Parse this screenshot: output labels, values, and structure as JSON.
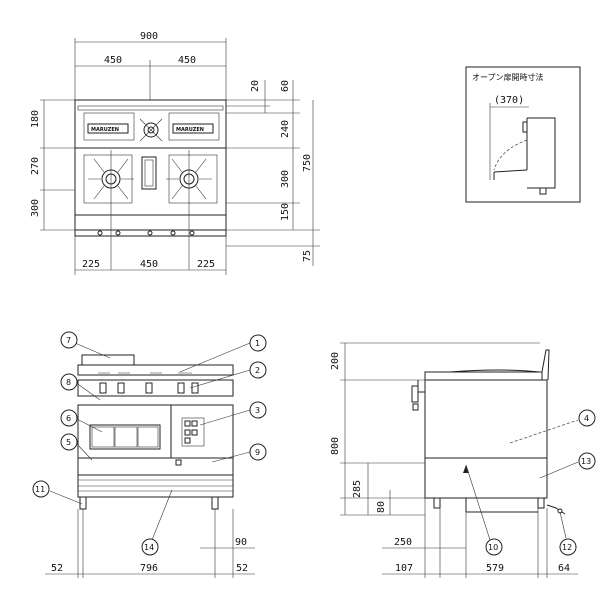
{
  "top_view": {
    "dims": {
      "total_width": "900",
      "left_half": "450",
      "right_half": "450",
      "d20": "20",
      "d60": "60",
      "d240": "240",
      "d300r": "300",
      "d150": "150",
      "d750": "750",
      "d180": "180",
      "d270": "270",
      "d300l": "300",
      "d75": "75",
      "bottom_left": "225",
      "bottom_mid": "450",
      "bottom_right": "225"
    },
    "brand": "MARUZEN"
  },
  "inset": {
    "title": "オープン扉開時寸法",
    "dim": "(370)"
  },
  "front_view": {
    "callouts": [
      "1",
      "2",
      "3",
      "6",
      "7",
      "8",
      "5",
      "9",
      "11",
      "14"
    ],
    "dims": {
      "left": "52",
      "mid": "796",
      "right": "52",
      "d90": "90"
    }
  },
  "side_view": {
    "callouts": [
      "4",
      "13",
      "10",
      "12"
    ],
    "dims": {
      "d200": "200",
      "d800": "800",
      "d285": "285",
      "d80": "80",
      "d250": "250",
      "d107": "107",
      "d579": "579",
      "d64": "64"
    }
  }
}
